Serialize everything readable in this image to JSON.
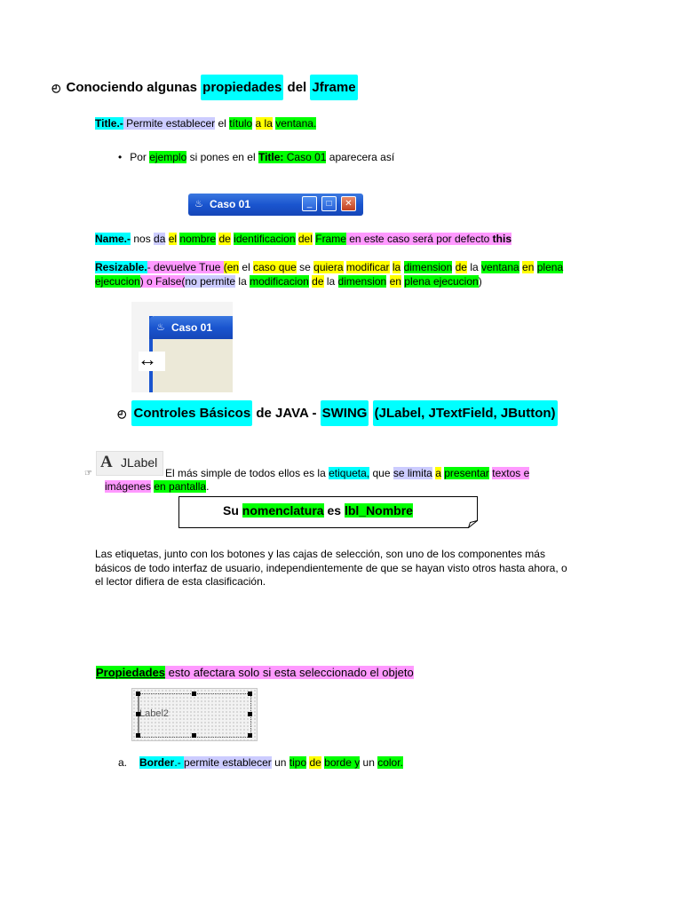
{
  "section1": {
    "heading_pre": "Conociendo algunas ",
    "heading_hl1": "propiedades",
    "heading_mid": " del ",
    "heading_hl2": "Jframe"
  },
  "title_prop": {
    "label": "Title.-",
    "w1": " Permite establecer",
    "w2": " el ",
    "w3": "título",
    "w4": " ",
    "w5": "a la",
    "w6": " ",
    "w7": "ventana."
  },
  "example": {
    "bullet": "•",
    "w1": "Por ",
    "w2": "ejemplo",
    "w3": " si pones  en el ",
    "w4": "Title:",
    "w5": " Caso 01",
    "w6": " aparecera así"
  },
  "window_caption": "Caso 01",
  "name_prop": {
    "label": "Name.-",
    "w1": " nos ",
    "w2": "da",
    "w3": " ",
    "w4": "el",
    "w5": " ",
    "w6": "nombre",
    "w7": " ",
    "w8": "de",
    "w9": " ",
    "w10": "identificacion",
    "w11": " ",
    "w12": "del",
    "w13": " ",
    "w14": "Frame",
    "w15": " en este caso será por defecto ",
    "w16": "this"
  },
  "resizable_prop": {
    "label": "Resizable.",
    "line1": [
      "- devuelve True ",
      "(en",
      " el ",
      "caso que",
      " se ",
      "quiera",
      " ",
      "modificar",
      " ",
      "la",
      " ",
      "dimension",
      " ",
      "de",
      " la ",
      "ventana",
      " ",
      "en",
      " ",
      "plena"
    ],
    "line2": [
      "ejecucion",
      ") o False(",
      "no permite",
      " la ",
      "modificacion",
      " ",
      "de",
      " la ",
      "dimension",
      " ",
      "en",
      " ",
      "plena ejecucion",
      ")"
    ]
  },
  "resize_caption": "Caso 01",
  "resize_arrow": "↔",
  "section2": {
    "hl1": "Controles Básicos",
    "mid": " de JAVA  - ",
    "hl2": "SWING",
    "hl3": "(JLabel, JTextField, JButton)"
  },
  "jlabel_icon_text": "JLabel",
  "jlabel_letter": "A",
  "jlabel_desc": {
    "w1": "El más simple de todos ellos es la ",
    "w2": "etiqueta,",
    "w3": " que ",
    "w4": "se limita",
    "w5": " ",
    "w6": "a",
    "w7": " ",
    "w8": "presentar",
    "w9": " ",
    "w10": "textos e",
    "w11": "imágenes",
    "w12": " ",
    "w13": "en pantalla",
    "w14": "."
  },
  "nomenclature": {
    "pre": "Su ",
    "hl1": "nomenclatura",
    "mid": " es ",
    "hl2": "lbl_Nombre"
  },
  "paragraph": [
    "Las etiquetas, junto con los botones y las cajas de selección, son uno de los componentes más",
    "básicos de todo interfaz de usuario, independientemente de que se hayan visto otros hasta ahora, o",
    "el lector difiera de esta clasificación."
  ],
  "props_line": {
    "hl1": "Propiedades",
    "rest": " esto afectara solo si esta seleccionado el objeto"
  },
  "label_component_text": "Label2",
  "border_item": {
    "marker": "a.",
    "label": "Border",
    "w1": ".- ",
    "w2": "permite establecer",
    "w3": " un ",
    "w4": "tipo",
    "w5": " ",
    "w6": "de",
    "w7": " ",
    "w8": "borde y",
    "w9": " un ",
    "w10": "color."
  },
  "colors": {
    "cyan": "#00ffff",
    "green": "#00ff00",
    "yellow": "#ffff00",
    "pink": "#ff99ff",
    "lavender": "#ccccff"
  }
}
